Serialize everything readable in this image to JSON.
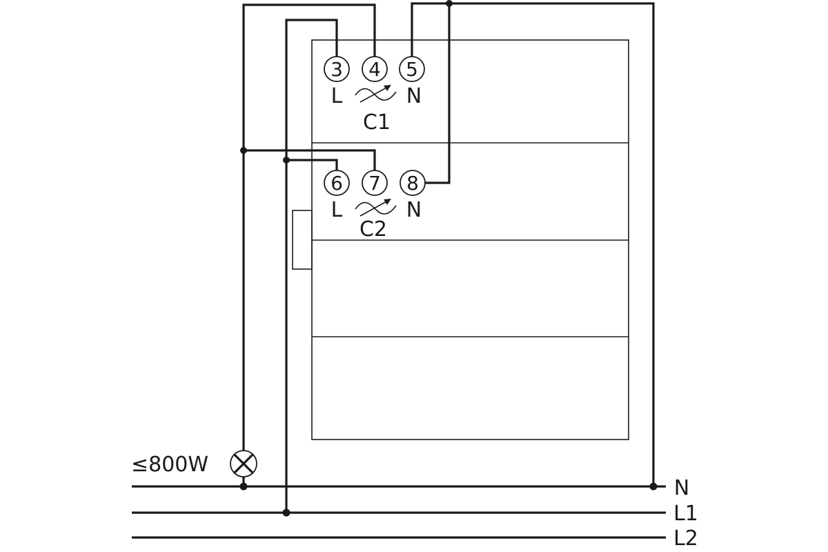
{
  "module_1": {
    "terminals": [
      "3",
      "4",
      "5"
    ],
    "label_l": "L",
    "label_n": "N",
    "channel": "C1"
  },
  "module_2": {
    "terminals": [
      "6",
      "7",
      "8"
    ],
    "label_l": "L",
    "label_n": "N",
    "channel": "C2"
  },
  "load": {
    "rating": "≤800W",
    "icon": "lamp-icon"
  },
  "buses": {
    "n": "N",
    "l1": "L1",
    "l2": "L2"
  },
  "colors": {
    "line": "#1a1a1a",
    "background": "#ffffff"
  }
}
